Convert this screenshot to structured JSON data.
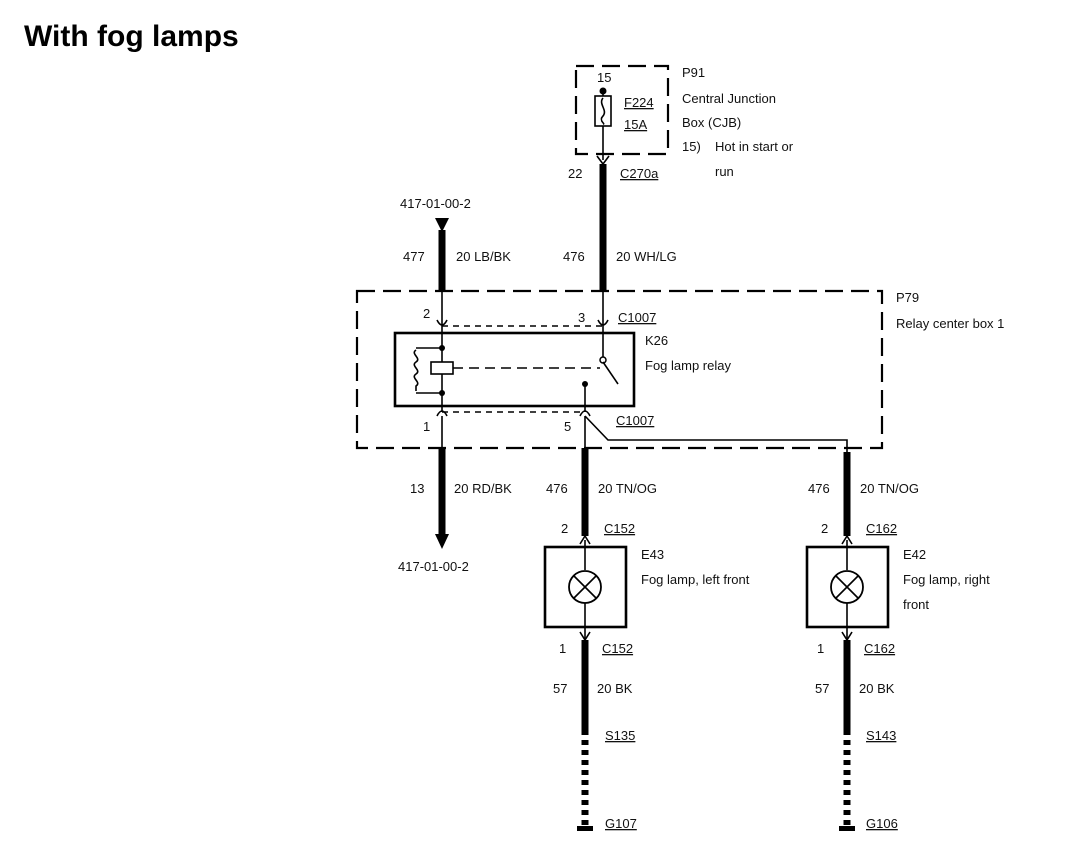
{
  "title": "With fog lamps",
  "cjb": {
    "pin": "15",
    "fuse_name": "F224",
    "fuse_rating": "15A",
    "ref": "P91",
    "name_line1": "Central Junction",
    "name_line2": "Box (CJB)",
    "note_num": "15)",
    "note_line1": "Hot in start or",
    "note_line2": "run",
    "conn_pin": "22",
    "conn": "C270a"
  },
  "feed_left": {
    "ref": "417-01-00-2",
    "circuit": "477",
    "wire": "20 LB/BK"
  },
  "feed_right": {
    "circuit": "476",
    "wire": "20 WH/LG"
  },
  "relay_box": {
    "ref": "P79",
    "name": "Relay center box 1",
    "pin2": "2",
    "pin3": "3",
    "conn_top": "C1007",
    "relay_ref": "K26",
    "relay_name": "Fog lamp relay",
    "pin1": "1",
    "pin5": "5",
    "conn_bottom": "C1007"
  },
  "out_left": {
    "circuit": "13",
    "wire": "20 RD/BK",
    "ref": "417-01-00-2"
  },
  "lamp_left": {
    "circuit": "476",
    "wire": "20 TN/OG",
    "pin_top": "2",
    "conn_top": "C152",
    "ref": "E43",
    "name": "Fog lamp, left front",
    "pin_bottom": "1",
    "conn_bottom": "C152",
    "gnd_circuit": "57",
    "gnd_wire": "20 BK",
    "splice": "S135",
    "ground": "G107"
  },
  "lamp_right": {
    "circuit": "476",
    "wire": "20 TN/OG",
    "pin_top": "2",
    "conn_top": "C162",
    "ref": "E42",
    "name_line1": "Fog lamp, right",
    "name_line2": "front",
    "pin_bottom": "1",
    "conn_bottom": "C162",
    "gnd_circuit": "57",
    "gnd_wire": "20 BK",
    "splice": "S143",
    "ground": "G106"
  }
}
